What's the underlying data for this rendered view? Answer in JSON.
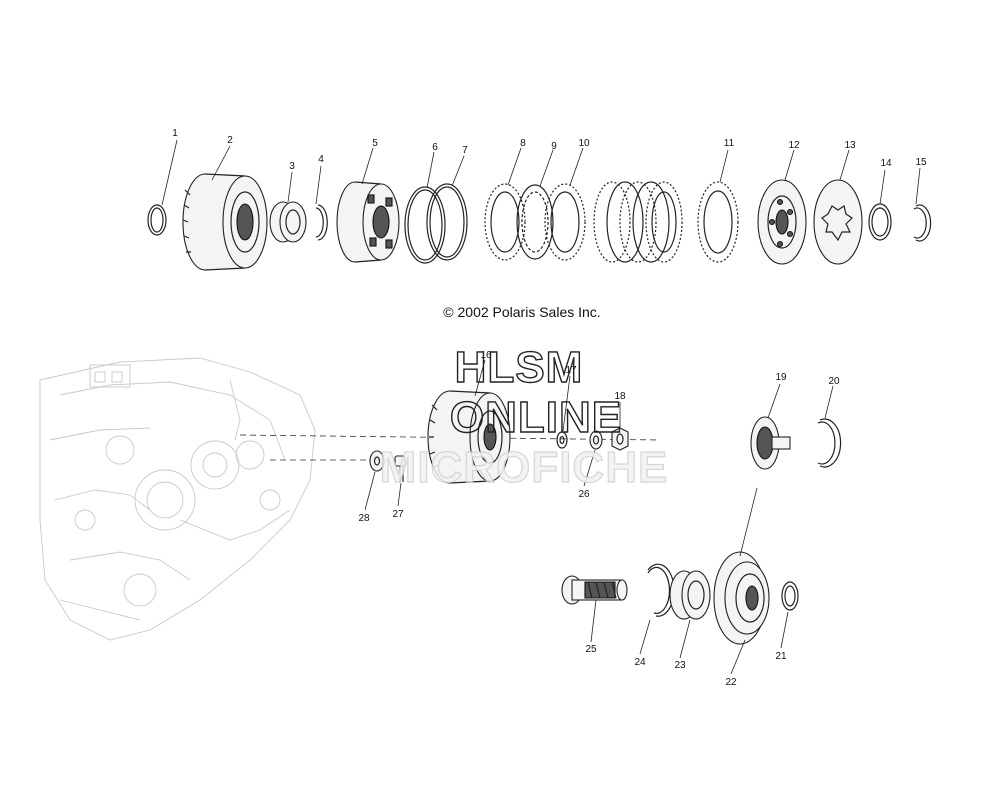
{
  "copyright": "© 2002 Polaris Sales Inc.",
  "watermark": {
    "line1": "HLSM",
    "line2": "ONLINE",
    "line3": "MICROFICHE"
  },
  "callouts": [
    {
      "id": "1"
    },
    {
      "id": "2"
    },
    {
      "id": "3"
    },
    {
      "id": "4"
    },
    {
      "id": "5"
    },
    {
      "id": "6"
    },
    {
      "id": "7"
    },
    {
      "id": "8"
    },
    {
      "id": "9"
    },
    {
      "id": "10"
    },
    {
      "id": "11"
    },
    {
      "id": "12"
    },
    {
      "id": "13"
    },
    {
      "id": "14"
    },
    {
      "id": "15"
    },
    {
      "id": "16"
    },
    {
      "id": "17"
    },
    {
      "id": "18"
    },
    {
      "id": "19"
    },
    {
      "id": "20"
    },
    {
      "id": "21"
    },
    {
      "id": "22"
    },
    {
      "id": "23"
    },
    {
      "id": "24"
    },
    {
      "id": "25"
    },
    {
      "id": "26"
    },
    {
      "id": "27"
    },
    {
      "id": "28"
    }
  ]
}
